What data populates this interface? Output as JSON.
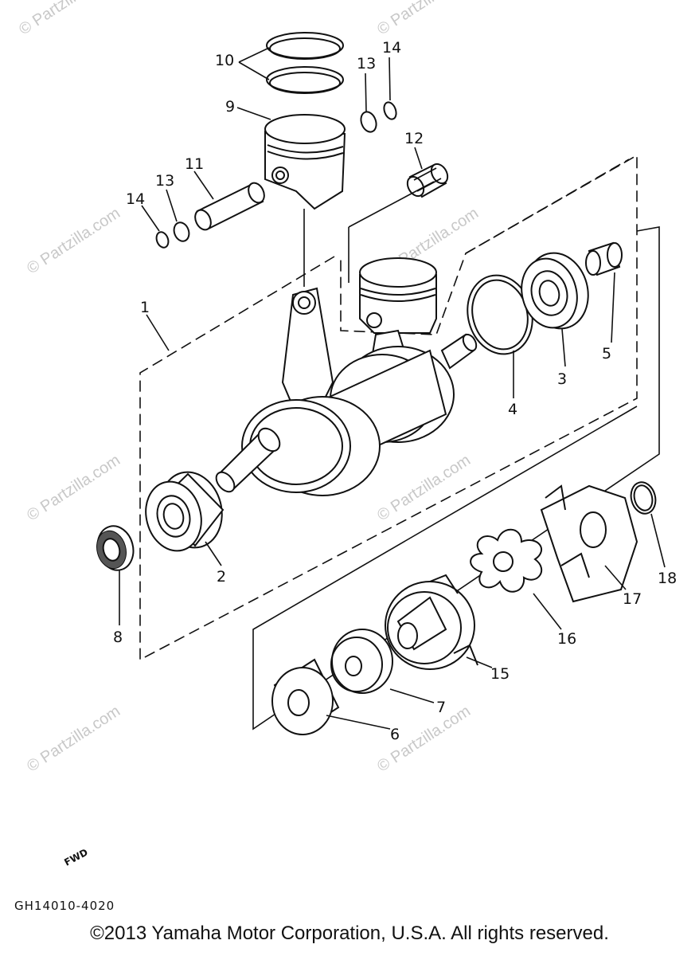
{
  "watermark": {
    "text": "© Partzilla.com"
  },
  "callouts": [
    {
      "n": "10"
    },
    {
      "n": "13"
    },
    {
      "n": "14"
    },
    {
      "n": "9"
    },
    {
      "n": "12"
    },
    {
      "n": "11"
    },
    {
      "n": "13"
    },
    {
      "n": "14"
    },
    {
      "n": "1"
    },
    {
      "n": "5"
    },
    {
      "n": "3"
    },
    {
      "n": "4"
    },
    {
      "n": "2"
    },
    {
      "n": "8"
    },
    {
      "n": "18"
    },
    {
      "n": "17"
    },
    {
      "n": "16"
    },
    {
      "n": "15"
    },
    {
      "n": "7"
    },
    {
      "n": "6"
    }
  ],
  "fwd_label": "FWD",
  "diagram_code": "GH14010-4020",
  "copyright": "©2013 Yamaha Motor Corporation, U.S.A. All rights reserved."
}
